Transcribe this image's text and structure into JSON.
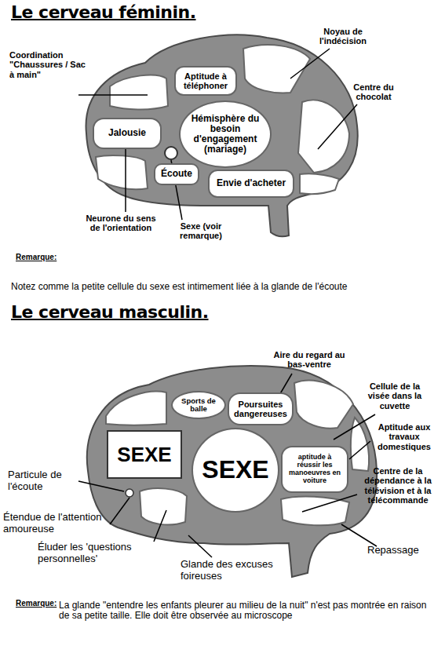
{
  "diagram": {
    "title": "Le cerveau féminin.",
    "nodes": [
      {
        "text": [
          "Aptitude à téléphoner"
        ]
      },
      {
        "text": [
          "Hémisphère du besoin d'engagement (mariage)"
        ]
      },
      {
        "text": [
          "Jalousie"
        ]
      },
      {
        "text": [
          "Écoute"
        ]
      },
      {
        "text": [
          "Envie d'acheter"
        ]
      },
      {
        "text": [
          "Sports de balle"
        ]
      },
      {
        "text": [
          "Poursuites dangereuses"
        ]
      },
      {
        "text": [
          "SEXE"
        ]
      },
      {
        "text": [
          "SEXE"
        ]
      },
      {
        "text": [
          "aptitude à réussir les manoeuvres en voiture"
        ]
      }
    ],
    "labels": [
      "Coordination \"Chaussures / Sac à main\"",
      "Noyau de l'indécision",
      "Centre du chocolat",
      "Neurone du sens de l'orientation",
      "Sexe (voir remarque)",
      "Remarque:",
      "Notez comme la petite cellule du sexe est intimement liée à la glande de l'écoute",
      "Le cerveau masculin.",
      "Aire du regard au bas-ventre",
      "Cellule de la visée dans la cuvette",
      "Aptitude aux travaux domestiques",
      "Centre de la dépendance à la télévision et à la télécommande",
      "Particule de l'écoute",
      "Étendue de l'attention amoureuse",
      "Éluder les 'questions personnelles'",
      "Glande des excuses foireuses",
      "Repassage",
      "Remarque:",
      "La glande \"entendre les enfants pleurer au milieu de la nuit\" n'est pas montrée en raison de sa petite taille. Elle doit être observée au microscope"
    ]
  }
}
